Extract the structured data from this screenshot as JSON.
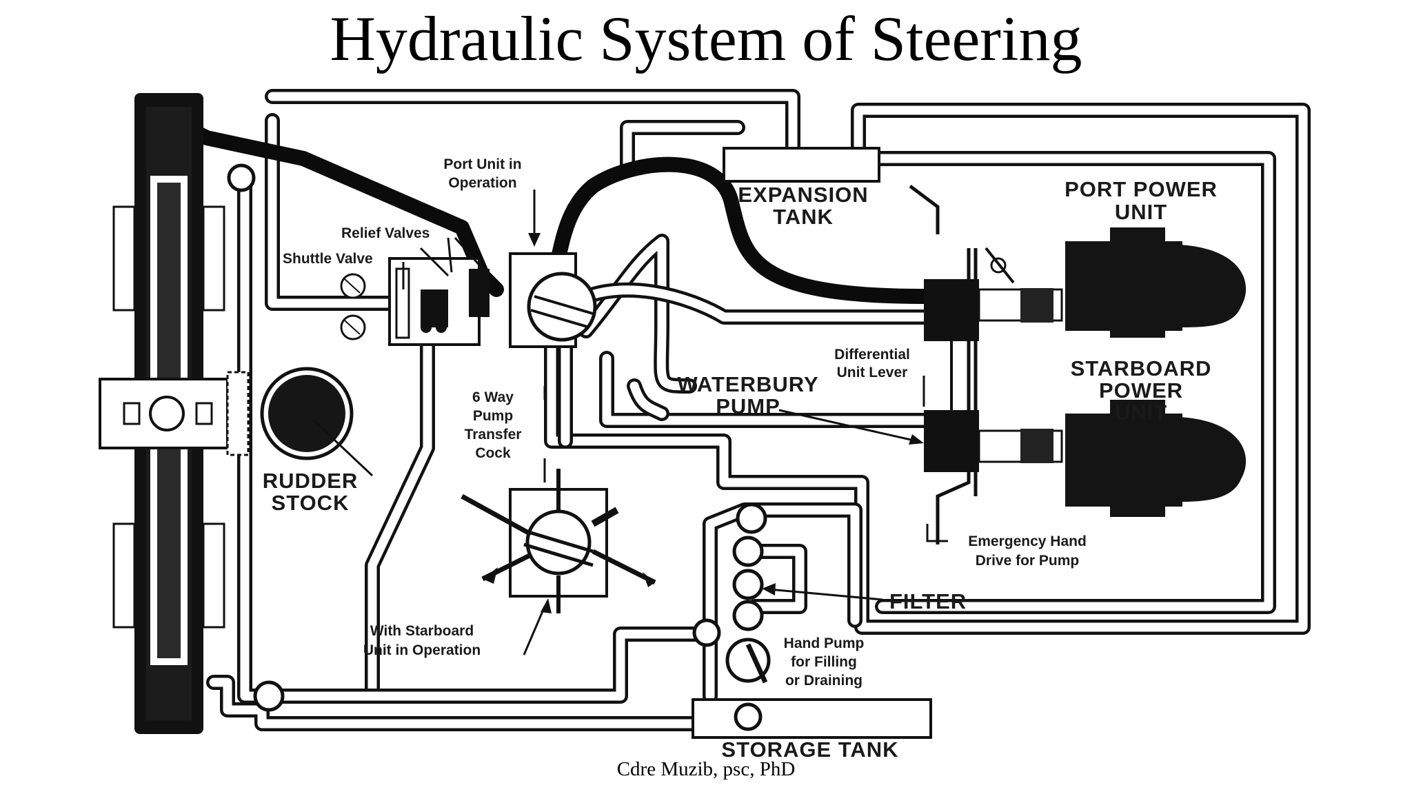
{
  "title": "Hydraulic System of Steering",
  "footer": "Cdre Muzib, psc, PhD",
  "labels": {
    "port_unit_op": [
      "Port Unit in",
      "Operation"
    ],
    "relief_valves": "Relief Valves",
    "shuttle_valve": "Shuttle Valve",
    "expansion_tank": [
      "EXPANSION",
      "TANK"
    ],
    "port_power_unit": [
      "PORT POWER",
      "UNIT"
    ],
    "starboard_power_unit": [
      "STARBOARD",
      "POWER",
      "UNIT"
    ],
    "differential_lever": [
      "Differential",
      "Unit Lever"
    ],
    "waterbury_pump": [
      "WATERBURY",
      "PUMP"
    ],
    "six_way_cock": [
      "6 Way",
      "Pump",
      "Transfer",
      "Cock"
    ],
    "rudder_stock": [
      "RUDDER",
      "STOCK"
    ],
    "starboard_op": [
      "With Starboard",
      "Unit in Operation"
    ],
    "filter": "FILTER",
    "hand_pump": [
      "Hand Pump",
      "for Filling",
      "or Draining"
    ],
    "emergency_drive": [
      "Emergency Hand",
      "Drive for Pump"
    ],
    "storage_tank": "STORAGE TANK"
  }
}
